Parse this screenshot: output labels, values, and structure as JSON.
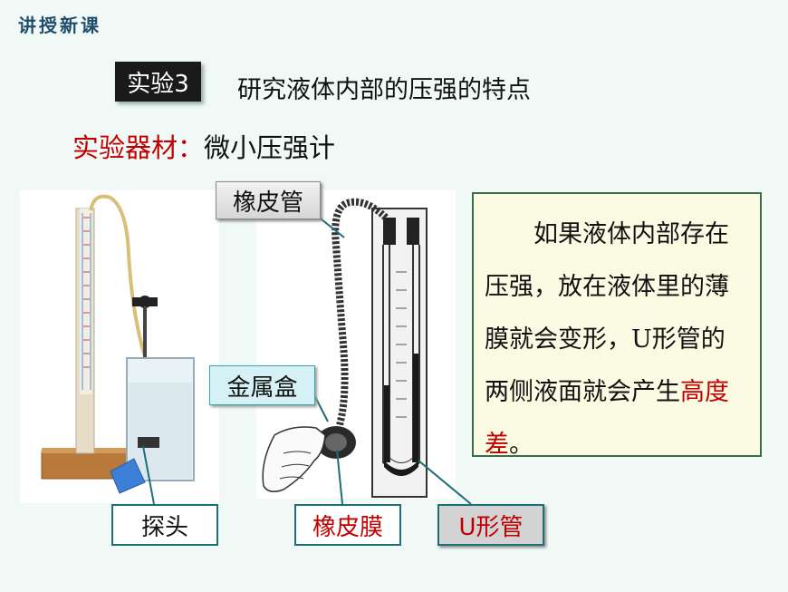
{
  "header": {
    "section_title": "讲授新课"
  },
  "experiment": {
    "badge": "实验3",
    "title": "研究液体内部的压强的特点"
  },
  "materials": {
    "label": "实验器材：",
    "value": "微小压强计"
  },
  "labels": {
    "rubber_tube": "橡皮管",
    "metal_box": "金属盒",
    "probe": "探头",
    "rubber_membrane": "橡皮膜",
    "u_tube": "U形管"
  },
  "note": {
    "text_before": "如果液体内部存在压强，放在液体里的薄膜就会变形，U形管的两侧液面就会产生",
    "highlight": "高度差",
    "text_after": "。"
  },
  "colors": {
    "accent_red": "#c00000",
    "label_border": "#1e6e78",
    "note_bg": "#fbfbe3",
    "liquid": "#1a1a1a"
  }
}
